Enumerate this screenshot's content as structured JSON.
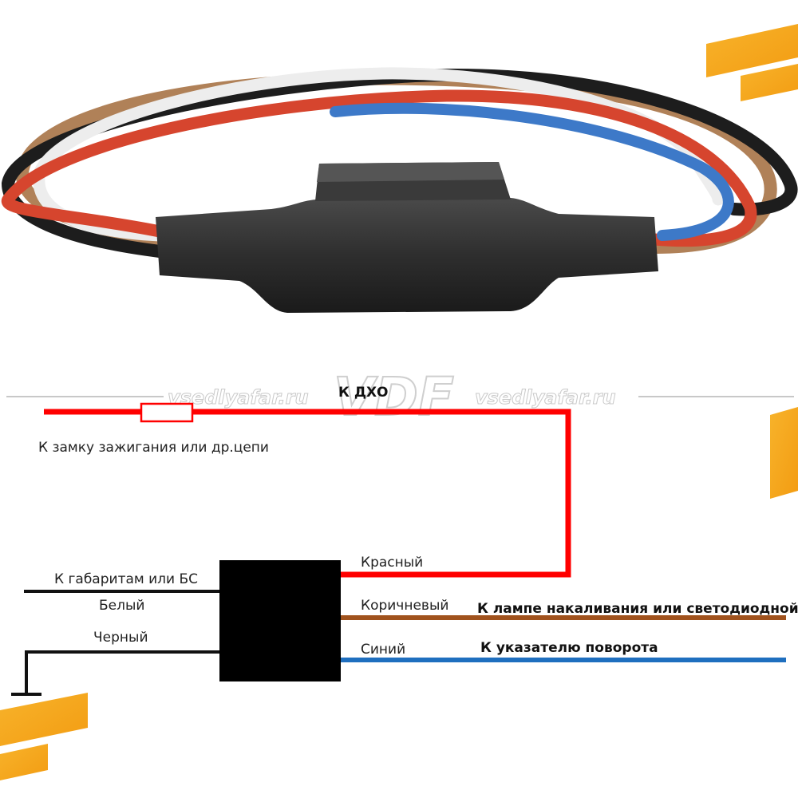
{
  "labels": {
    "drl": "К ДХО",
    "ignition": "К замку зажигания или др.цепи",
    "red": "Красный",
    "parking": "К габаритам или БС",
    "white": "Белый",
    "black": "Черный",
    "brown": "Коричневый",
    "lamp": "К лампе накаливания или светодиодной",
    "blue": "Синий",
    "turn": "К указателю поворота"
  },
  "watermark": {
    "site_left": "vsedlyafar.ru",
    "site_right": "vsedlyafar.ru",
    "logo": "VDF"
  },
  "colors": {
    "red_wire": "#ff0000",
    "brown_wire": "#a0521d",
    "blue_wire": "#1f6fbf",
    "black_wire": "#111111",
    "accent_yellow": "#f5a623",
    "module": "#000000"
  }
}
